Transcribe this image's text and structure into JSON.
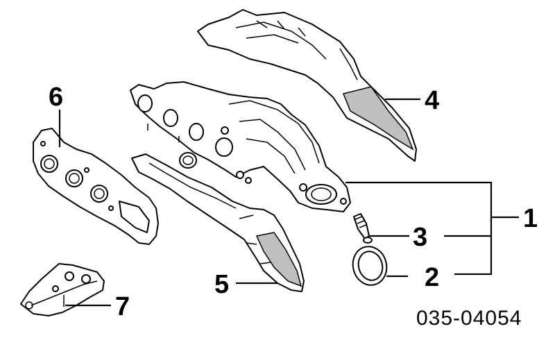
{
  "callouts": {
    "c1": "1",
    "c2": "2",
    "c3": "3",
    "c4": "4",
    "c5": "5",
    "c6": "6",
    "c7": "7"
  },
  "diagram_code": "035-04054",
  "parts": [
    "exhaust-manifold",
    "manifold-gasket",
    "nut",
    "heat-insulator-upper",
    "heat-insulator-lower",
    "port-gasket",
    "bracket"
  ]
}
